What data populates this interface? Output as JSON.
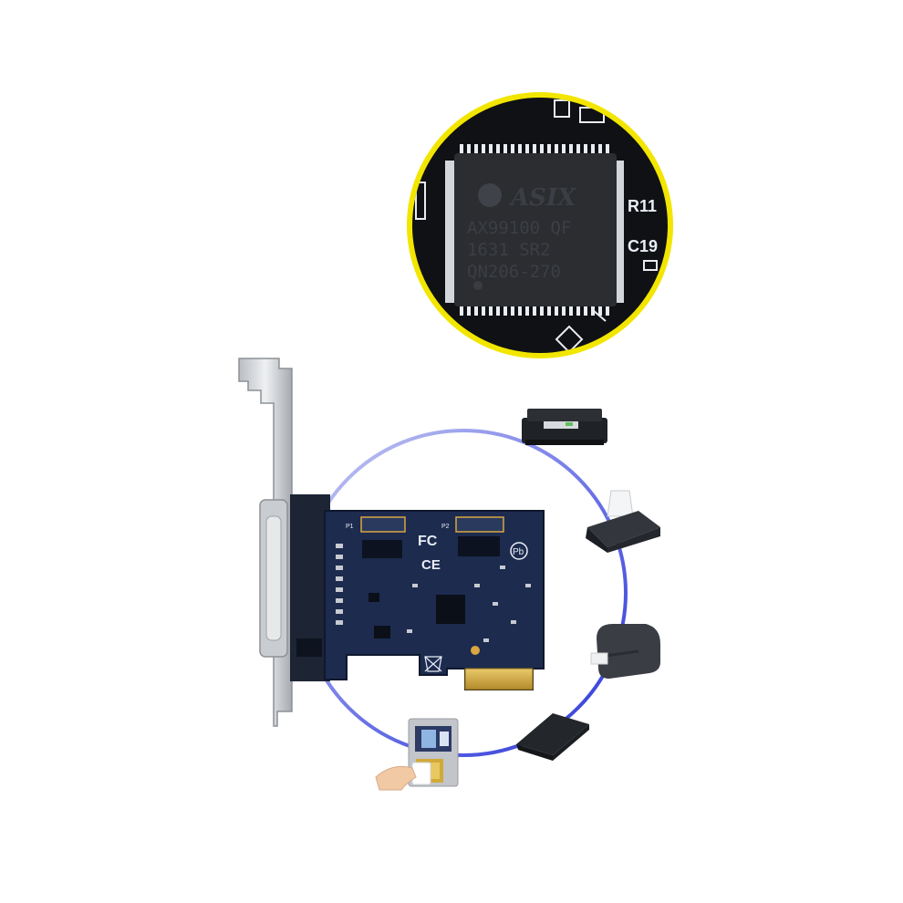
{
  "chip": {
    "brand": "ASIX",
    "line1": "AX99100 QF",
    "line2": "1631   SR2",
    "line3": "QN206-270"
  },
  "board_labels": {
    "r11": "R11",
    "c19": "C19",
    "p1": "P1",
    "p2": "P2",
    "fcc": "FC",
    "ce": "CE",
    "pb": "Pb"
  },
  "colors": {
    "highlight_ring": "#f2e600",
    "pcb": "#1c2b4e",
    "link_ring": "#4450e0"
  },
  "icons": [
    "chip-closeup",
    "pcie-parallel-card",
    "dot-matrix-printer-icon",
    "receipt-printer-icon",
    "label-printer-icon",
    "card-reader-icon",
    "time-clock-terminal-icon"
  ]
}
